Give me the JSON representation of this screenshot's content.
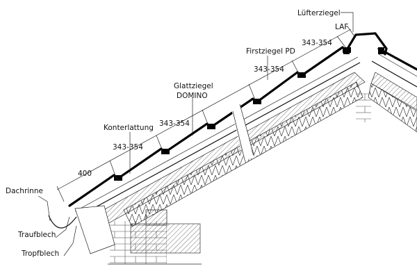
{
  "title": "Dachaufbau Glattziegel DOMINO – Schnitt Traufe bis First",
  "labels": {
    "luefterziegel": "Lüfterziegel",
    "laf": "LAF",
    "firstziegel": "Firstziegel PD",
    "glattziegel": "Glattziegel",
    "domino": "DOMINO",
    "konterlattung": "Konterlattung",
    "dachrinne": "Dachrinne",
    "traufblech": "Traufblech",
    "tropfblech": "Tropfblech"
  },
  "dimensions": {
    "eaves": "400",
    "batten_1": "343-354",
    "batten_2": "343-354",
    "batten_3": "343-354",
    "batten_4": "343-354"
  },
  "colors": {
    "line": "#111111",
    "background": "#ffffff"
  }
}
